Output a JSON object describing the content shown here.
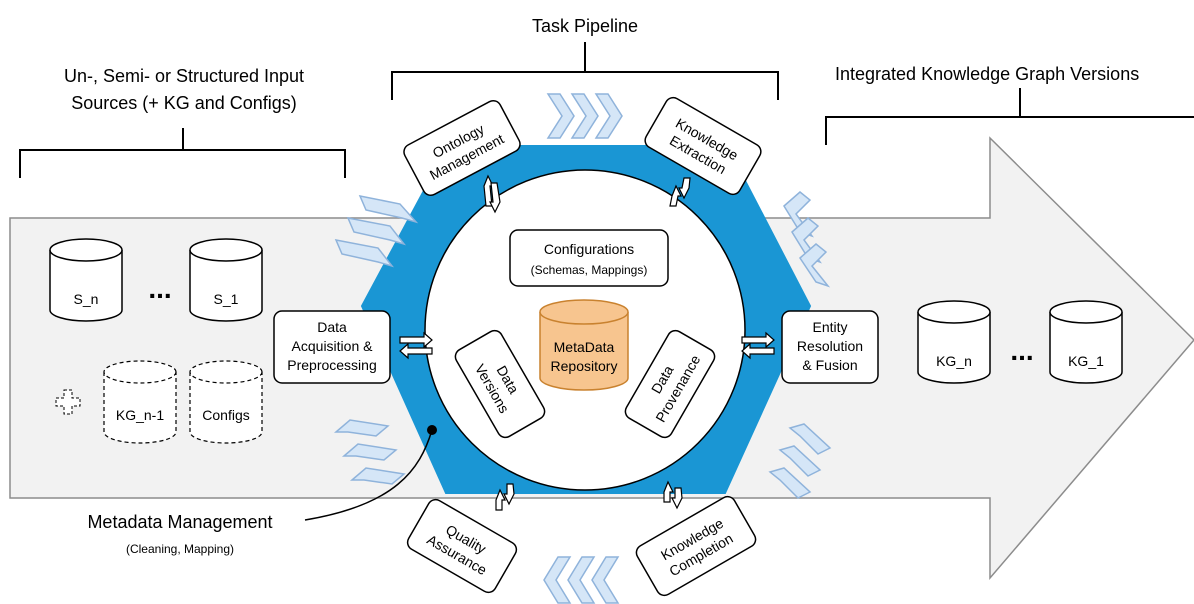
{
  "header": {
    "input_title_line1": "Un-, Semi- or Structured Input",
    "input_title_line2": "Sources (+ KG and Configs)",
    "pipeline_title": "Task Pipeline",
    "output_title": "Integrated Knowledge Graph Versions"
  },
  "inputs": {
    "sources": [
      "S_n",
      "S_1"
    ],
    "optional": [
      "KG_n-1",
      "Configs"
    ],
    "ellipsis": "..."
  },
  "outputs": {
    "graphs": [
      "KG_n",
      "KG_1"
    ],
    "ellipsis": "..."
  },
  "tasks": {
    "ontology": [
      "Ontology",
      "Management"
    ],
    "extraction": [
      "Knowledge",
      "Extraction"
    ],
    "acquisition": [
      "Data",
      "Acquisition &",
      "Preprocessing"
    ],
    "resolution": [
      "Entity",
      "Resolution",
      "& Fusion"
    ],
    "quality": [
      "Quality",
      "Assurance"
    ],
    "completion": [
      "Knowledge",
      "Completion"
    ]
  },
  "center": {
    "configurations": "Configurations",
    "configurations_sub": "(Schemas, Mappings)",
    "repository": [
      "MetaData",
      "Repository"
    ],
    "data_versions": [
      "Data",
      "Versions"
    ],
    "data_provenance": [
      "Data",
      "Provenance"
    ]
  },
  "metadata": {
    "title": "Metadata Management",
    "subtitle": "(Cleaning, Mapping)"
  },
  "colors": {
    "hexagon": "#1a96d4",
    "repository_fill": "#f7c58f",
    "repository_stroke": "#c9822f",
    "arrow_fill": "#f2f2f2",
    "chevron_fill": "#d5e6f7",
    "chevron_stroke": "#8fb3db"
  }
}
